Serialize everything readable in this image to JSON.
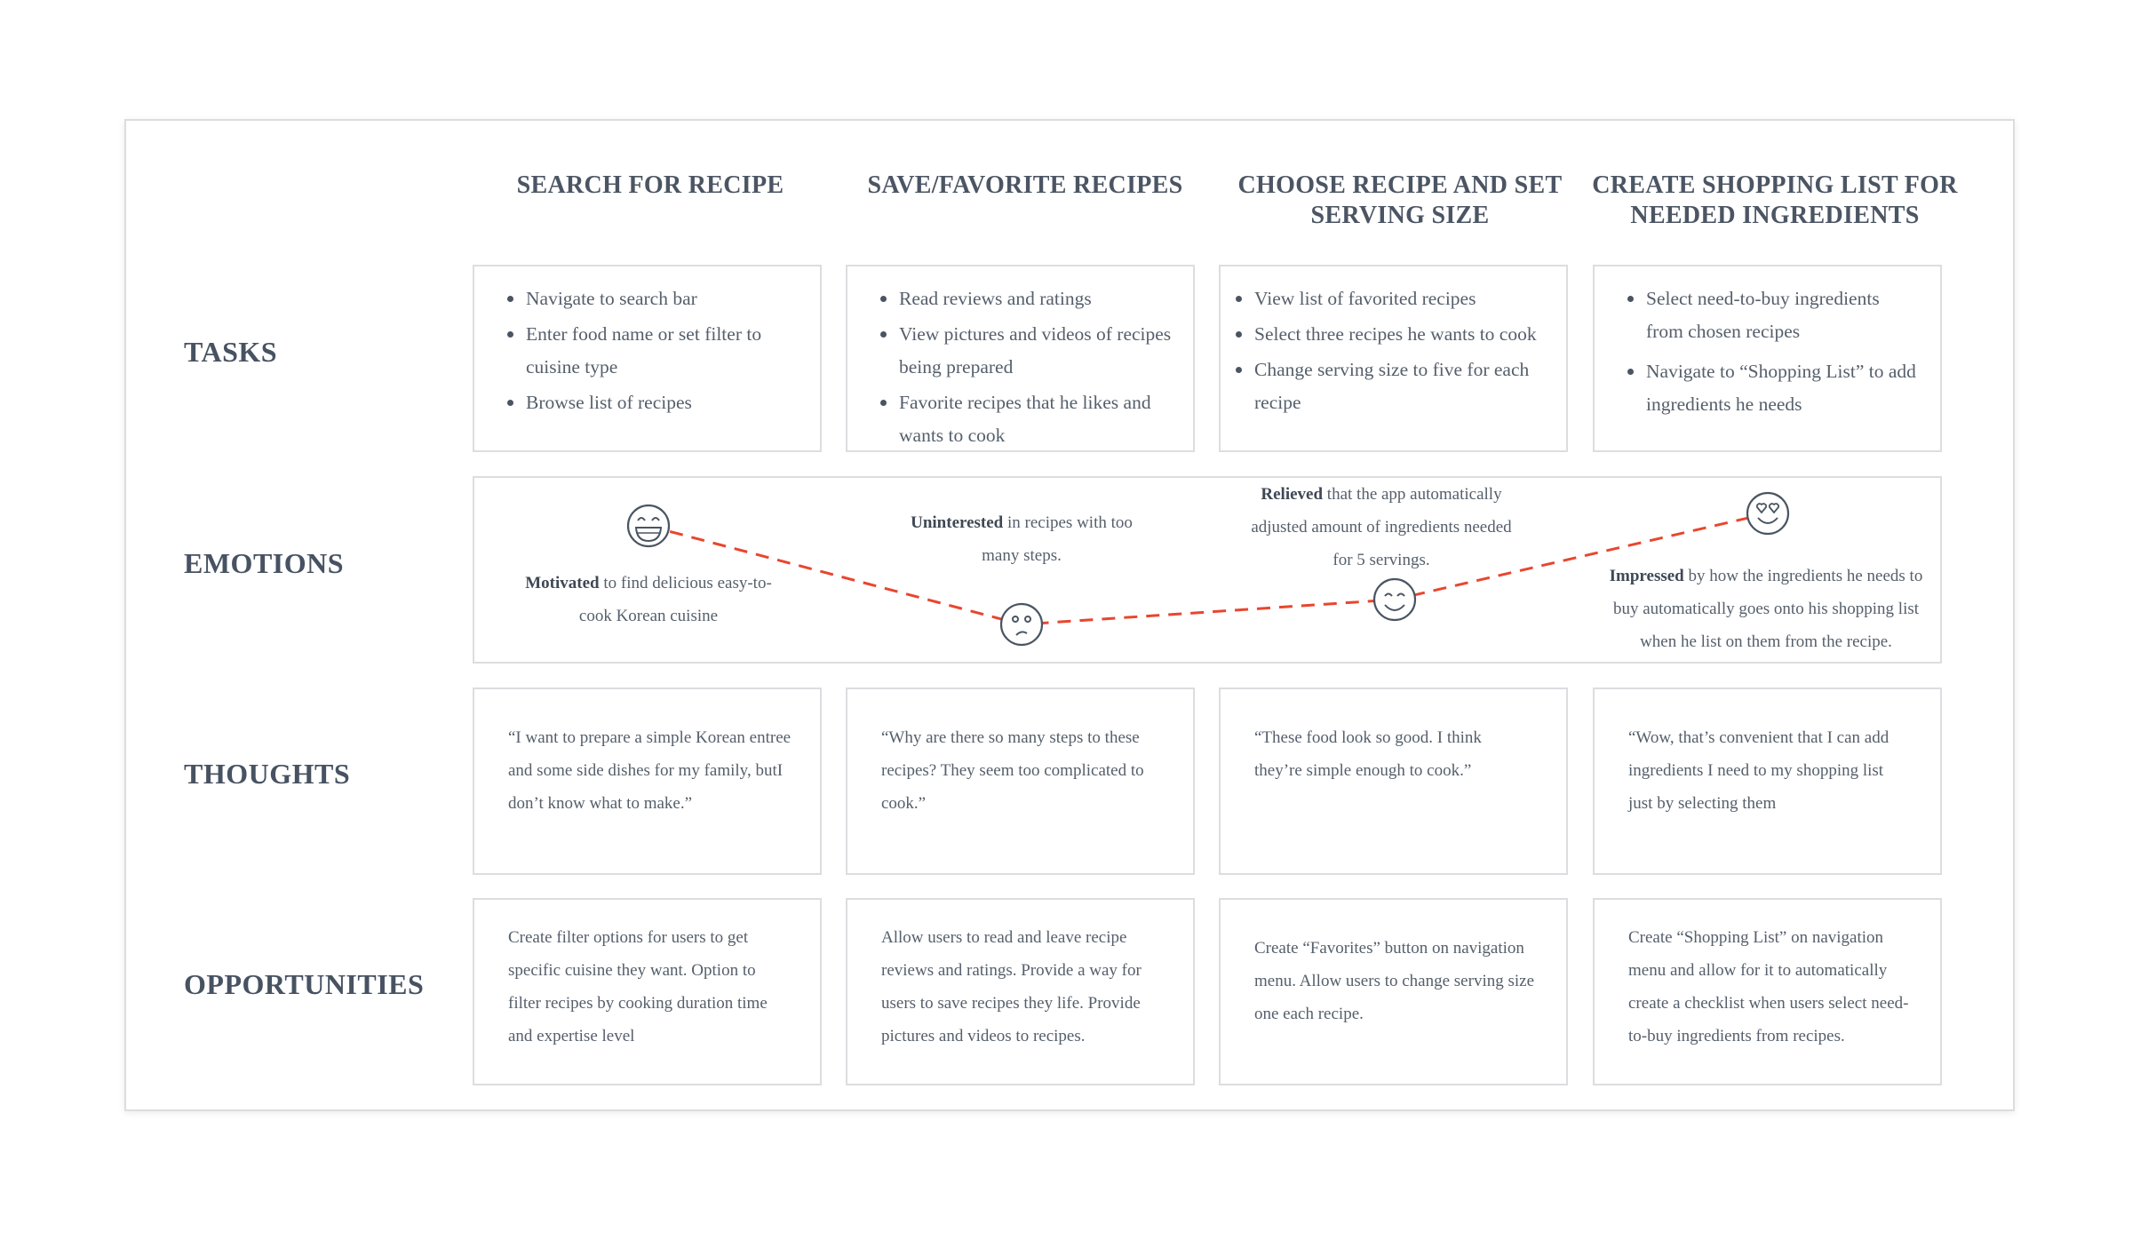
{
  "columns": [
    "SEARCH FOR RECIPE",
    "SAVE/FAVORITE RECIPES",
    "CHOOSE RECIPE AND SET SERVING SIZE",
    "CREATE SHOPPING LIST FOR NEEDED INGREDIENTS"
  ],
  "rows": {
    "tasks": "TASKS",
    "emotions": "EMOTIONS",
    "thoughts": "THOUGHTS",
    "opportunities": "OPPORTUNITIES"
  },
  "tasks": [
    [
      "Navigate to search bar",
      "Enter food name or set filter to cuisine type",
      "Browse list of recipes"
    ],
    [
      "Read reviews and ratings",
      "View pictures and videos of recipes being prepared",
      "Favorite recipes that he likes and wants to cook"
    ],
    [
      "View list of favorited recipes",
      "Select three recipes he wants to cook",
      "Change serving size to five for each recipe"
    ],
    [
      "Select need-to-buy ingredients from chosen recipes",
      "Navigate to “Shopping List” to add ingredients he needs"
    ]
  ],
  "emotions": [
    {
      "bold": "Motivated",
      "rest": " to find delicious easy-to-cook Korean cuisine",
      "face": "grin-face-icon"
    },
    {
      "bold": "Uninterested",
      "rest": " in recipes with too many steps.",
      "face": "confused-face-icon"
    },
    {
      "bold": "Relieved",
      "rest": " that the app automatically adjusted amount of ingredients needed for 5 servings.",
      "face": "smile-face-icon"
    },
    {
      "bold": "Impressed",
      "rest": " by how the ingredients he needs to buy automatically goes onto his shopping list when he list on them from the recipe.",
      "face": "heart-eyes-face-icon"
    }
  ],
  "thoughts": [
    "“I want to prepare a simple Korean entree and some side dishes for my family, butI don’t know what to make.”",
    "“Why are there so many steps to these recipes? They seem too complicated to cook.”",
    "“These food look so good. I think they’re simple enough to cook.”",
    "“Wow, that’s convenient that I can add ingredients I need to my shopping list just by selecting them"
  ],
  "opportunities": [
    "Create filter options for users to get specific cuisine they want. Option to filter recipes by cooking duration time and expertise level",
    "Allow users to read and leave recipe reviews and ratings. Provide a way for users to save recipes they life. Provide pictures and videos to recipes.",
    "Create “Favorites” button on navigation menu. Allow users to change serving size one each recipe.",
    "Create “Shopping List” on navigation menu and allow for it to automatically create a checklist when users select need-to-buy ingredients from recipes."
  ],
  "colors": {
    "curve": "#e8462e",
    "border": "#dcdde0",
    "text": "#4a5563"
  }
}
